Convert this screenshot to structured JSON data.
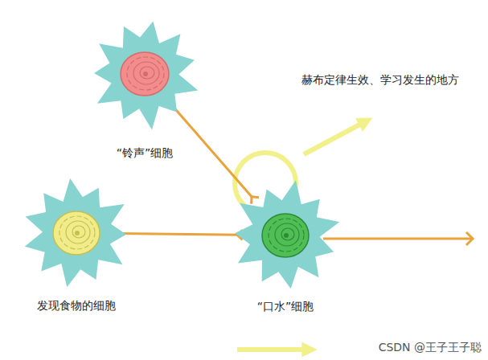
{
  "diagram": {
    "nodes": [
      {
        "text": [
          "“铃声”细胞"
        ]
      },
      {
        "text": [
          "发现食物的细胞"
        ]
      },
      {
        "text": [
          "“口水”细胞"
        ]
      }
    ],
    "edges": [
      {
        "from": 0,
        "to": 2,
        "arrow": "to"
      },
      {
        "from": 1,
        "to": 2,
        "arrow": "to"
      }
    ],
    "labels": [
      "赫布定律生效、学习发生的地方",
      "CSDN @王子王子聪"
    ]
  }
}
